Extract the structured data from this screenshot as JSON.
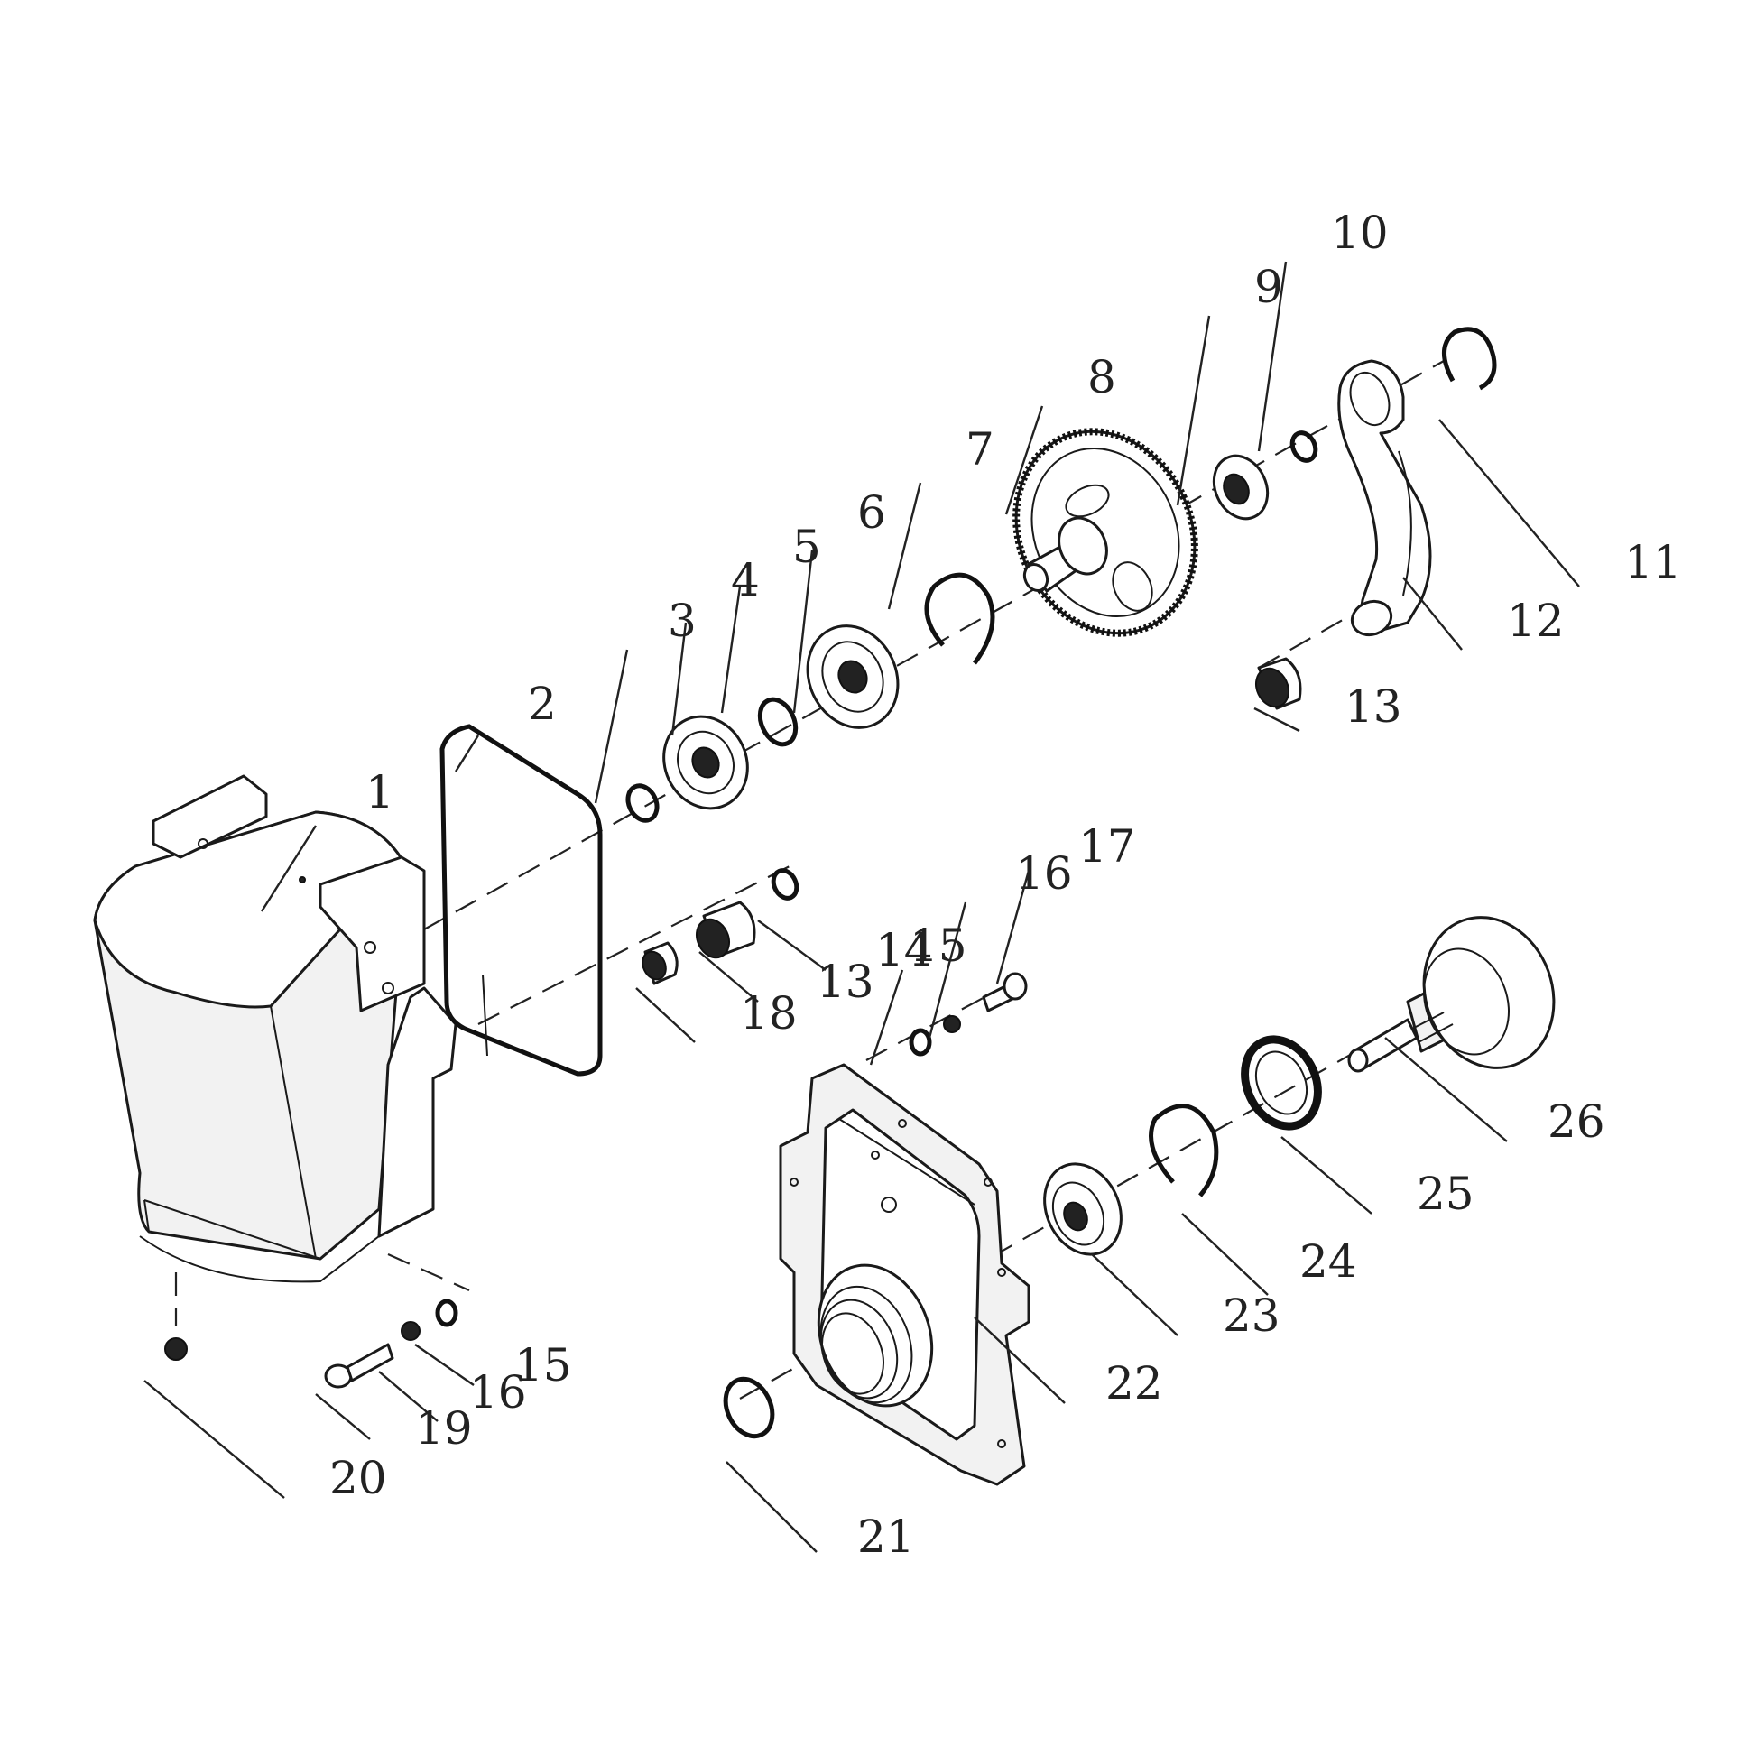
{
  "diagram": {
    "callouts": [
      {
        "id": "c1",
        "label": "1"
      },
      {
        "id": "c2",
        "label": "2"
      },
      {
        "id": "c3",
        "label": "3"
      },
      {
        "id": "c4",
        "label": "4"
      },
      {
        "id": "c5",
        "label": "5"
      },
      {
        "id": "c6",
        "label": "6"
      },
      {
        "id": "c7",
        "label": "7"
      },
      {
        "id": "c8",
        "label": "8"
      },
      {
        "id": "c9",
        "label": "9"
      },
      {
        "id": "c10",
        "label": "10"
      },
      {
        "id": "c11",
        "label": "11"
      },
      {
        "id": "c12",
        "label": "12"
      },
      {
        "id": "c13a",
        "label": "13"
      },
      {
        "id": "c13b",
        "label": "13"
      },
      {
        "id": "c14",
        "label": "14"
      },
      {
        "id": "c15a",
        "label": "15"
      },
      {
        "id": "c15b",
        "label": "15"
      },
      {
        "id": "c16a",
        "label": "16"
      },
      {
        "id": "c16b",
        "label": "16"
      },
      {
        "id": "c17",
        "label": "17"
      },
      {
        "id": "c18",
        "label": "18"
      },
      {
        "id": "c19",
        "label": "19"
      },
      {
        "id": "c20",
        "label": "20"
      },
      {
        "id": "c21",
        "label": "21"
      },
      {
        "id": "c22",
        "label": "22"
      },
      {
        "id": "c23",
        "label": "23"
      },
      {
        "id": "c24",
        "label": "24"
      },
      {
        "id": "c25",
        "label": "25"
      },
      {
        "id": "c26",
        "label": "26"
      }
    ]
  }
}
